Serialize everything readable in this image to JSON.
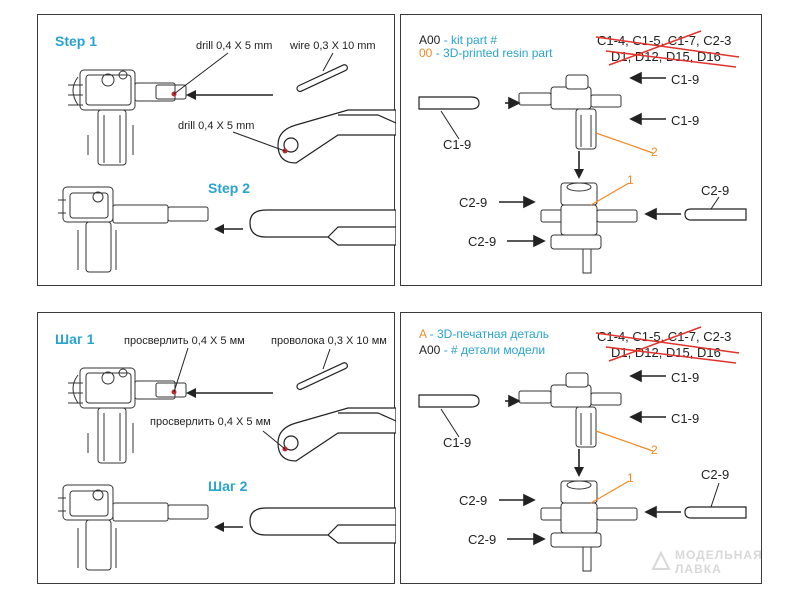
{
  "top": {
    "step1": "Step 1",
    "step2": "Step 2",
    "drill_label_a": "drill 0,4 X 5 mm",
    "drill_label_b": "drill 0,4 X 5 mm",
    "wire_label": "wire 0,3 X 10 mm",
    "legend_kit_code": "A00",
    "legend_kit_text": " - kit part #",
    "legend_resin_code": "00",
    "legend_resin_text": " - 3D-printed resin part",
    "struck_line1": "C1-4, C1-5, C1-7, C2-3",
    "struck_line2": "D1, D12, D15, D16",
    "c19_a": "C1-9",
    "c19_b": "C1-9",
    "c19_left": "C1-9",
    "c29_a": "C2-9",
    "c29_b": "C2-9",
    "c29_right": "C2-9",
    "num2": "2",
    "num1": "1"
  },
  "bottom": {
    "step1": "Шаг 1",
    "step2": "Шаг 2",
    "drill_label_a": "просверлить 0,4 X 5 мм",
    "drill_label_b": "просверлить 0,4 X 5 мм",
    "wire_label": "проволока 0,3 X 10 мм",
    "legend_resin_code": "A",
    "legend_resin_text": " - 3D-печатная деталь",
    "legend_kit_code": "A00",
    "legend_kit_text": " - # детали модели",
    "struck_line1": "C1-4, C1-5, C1-7, C2-3",
    "struck_line2": "D1, D12, D15, D16",
    "c19_a": "C1-9",
    "c19_b": "C1-9",
    "c19_left": "C1-9",
    "c29_a": "C2-9",
    "c29_b": "C2-9",
    "c29_right": "C2-9",
    "num2": "2",
    "num1": "1"
  },
  "watermark": {
    "line1": "МОДЕЛЬНАЯ",
    "line2": "ЛАВКА"
  },
  "colors": {
    "accent_cyan": "#29a3cf",
    "accent_orange": "#f08a24",
    "strike_red": "#e0342c",
    "drill_dot": "#c0282a"
  }
}
